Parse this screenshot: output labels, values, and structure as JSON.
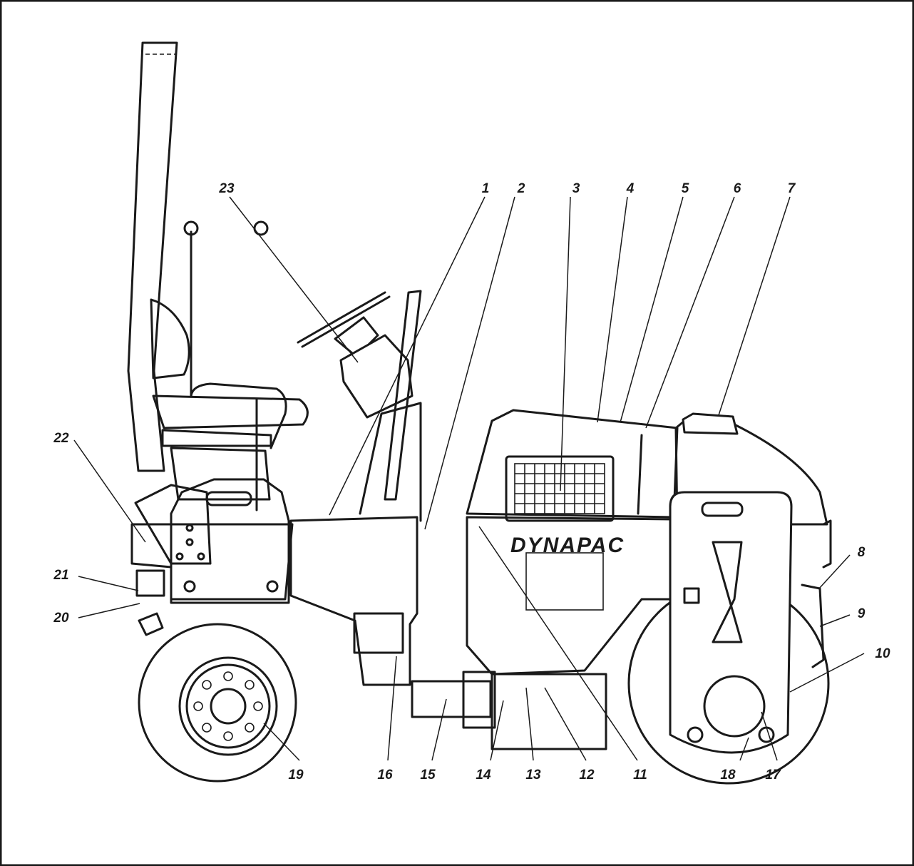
{
  "brand_label": "DYNAPAC",
  "callouts": [
    {
      "label": "1"
    },
    {
      "label": "2"
    },
    {
      "label": "3"
    },
    {
      "label": "4"
    },
    {
      "label": "5"
    },
    {
      "label": "6"
    },
    {
      "label": "7"
    },
    {
      "label": "8"
    },
    {
      "label": "9"
    },
    {
      "label": "10"
    },
    {
      "label": "11"
    },
    {
      "label": "12"
    },
    {
      "label": "13"
    },
    {
      "label": "14"
    },
    {
      "label": "15"
    },
    {
      "label": "16"
    },
    {
      "label": "17"
    },
    {
      "label": "18"
    },
    {
      "label": "19"
    },
    {
      "label": "20"
    },
    {
      "label": "21"
    },
    {
      "label": "22"
    },
    {
      "label": "23"
    }
  ],
  "colors": {
    "line": "#1a1a1a",
    "background": "#ffffff"
  }
}
